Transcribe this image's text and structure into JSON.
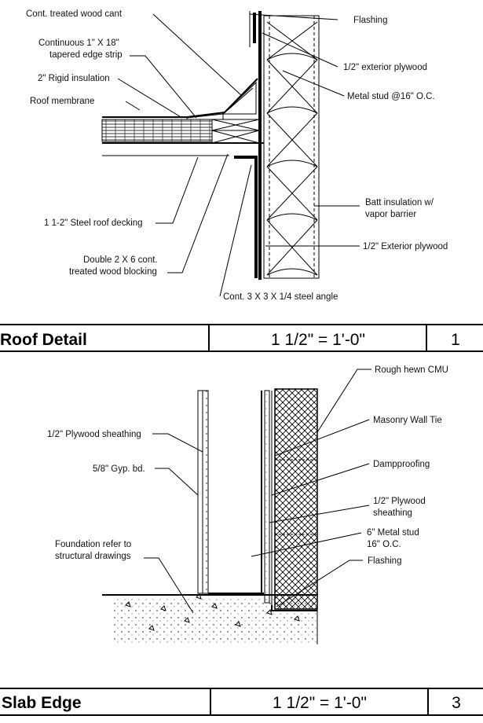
{
  "roof_detail": {
    "labels": {
      "cant": "Cont. treated wood cant",
      "edge_strip_1": "Continuous 1\" X 18\"",
      "edge_strip_2": "tapered edge strip",
      "rigid": "2\" Rigid insulation",
      "membrane": "Roof membrane",
      "decking": "1 1-2\" Steel roof decking",
      "blocking_1": "Double 2 X 6 cont.",
      "blocking_2": "treated wood blocking",
      "angle": "Cont. 3 X 3 X 1/4 steel angle",
      "flashing": "Flashing",
      "ext_plywood": "1/2\" exterior plywood",
      "metal_stud": "Metal stud @16\" O.C.",
      "batt_1": "Batt insulation w/",
      "batt_2": "vapor barrier",
      "ext_plywood_2": "1/2\" Exterior plywood"
    },
    "title": "Roof Detail",
    "scale": "1 1/2\" = 1'-0\"",
    "number": "1"
  },
  "slab_edge": {
    "labels": {
      "cmu": "Rough hewn CMU",
      "wall_tie": "Masonry Wall Tie",
      "damp": "Dampproofing",
      "plywood_r_1": "1/2\" Plywood",
      "plywood_r_2": "sheathing",
      "stud_1": "6\" Metal stud",
      "stud_2": "16\" O.C.",
      "flashing": "Flashing",
      "plywood_l": "1/2\" Plywood sheathing",
      "gyp": "5/8\" Gyp. bd.",
      "foundation_1": "Foundation refer to",
      "foundation_2": "structural drawings"
    },
    "title": "Slab Edge",
    "scale": "1 1/2\" = 1'-0\"",
    "number": "3"
  }
}
